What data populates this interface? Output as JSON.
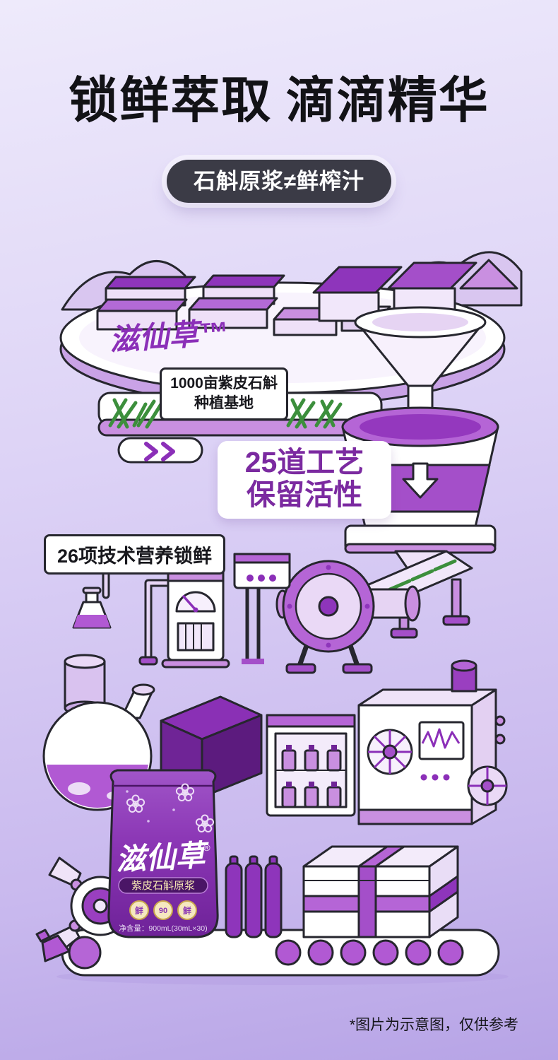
{
  "page": {
    "title": "锁鲜萃取 滴滴精华",
    "badge": "石斛原浆≠鲜榨汁",
    "disclaimer": "*图片为示意图，仅供参考"
  },
  "labels": {
    "farm": {
      "line1": "1000亩紫皮石斛",
      "line2": "种植基地"
    },
    "process": {
      "line1": "25道工艺",
      "line2": "保留活性"
    },
    "tech": "26项技术营养锁鲜"
  },
  "illustration": {
    "platform_logo": "滋仙草™",
    "package": {
      "brand": "滋仙草",
      "reg": "®",
      "sub": "紫皮石斛原浆",
      "badges": [
        "鲜",
        "90",
        "鲜"
      ],
      "net": "净含量：900mL(30mL×30)"
    }
  },
  "icons": {
    "chevrons": "double-chevron-right",
    "down_arrow": "down-arrow",
    "gauge": "pressure-gauge",
    "waveform": "monitor-waveform",
    "robot_arm": "robot-gripper"
  },
  "colors": {
    "background_top": "#eeeafb",
    "background_bottom": "#b7a4e6",
    "accent_purple": "#8b2fb8",
    "deep_purple": "#7b2aa0",
    "badge_bg": "#3b3b46",
    "outline_ink": "#26262e",
    "stalk_green": "#3c8f3c"
  }
}
